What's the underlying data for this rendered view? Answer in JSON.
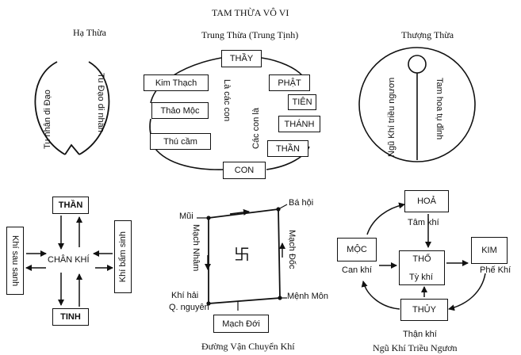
{
  "title": "TAM THỪA VÔ VI",
  "ha_thua": {
    "heading": "Hạ Thừa",
    "left_text": "Tu nhân di Đạo",
    "right_text": "Tu Đạo di nhân"
  },
  "trung_thua": {
    "heading": "Trung Thừa (Trung Tịnh)",
    "thay": "THẦY",
    "kim_thach": "Kim Thạch",
    "thao_moc": "Thảo Mộc",
    "thu_cam": "Thú cầm",
    "phat": "PHẬT",
    "tien": "TIÊN",
    "thanh": "THÁNH",
    "than": "THẦN",
    "con": "CON",
    "la_cac_con": "Là các con",
    "cac_con_la": "Các con là"
  },
  "thuong_thua": {
    "heading": "Thượng Thừa",
    "left_text": "Ngũ Khí triều ngươn",
    "right_text": "Tam hoa tụ đỉnh"
  },
  "chan_khi": {
    "than": "THẦN",
    "center": "CHÂN KHÍ",
    "tinh": "TINH",
    "left_text": "Khí sau sanh",
    "right_text": "Khí bẩm sinh"
  },
  "duong_van": {
    "caption": "Đường Vận Chuyển Khí",
    "mui": "Mũi",
    "ba_hoi": "Bá hội",
    "mach_nham": "Mạch Nhâm",
    "mach_doc": "Mạch Đốc",
    "khi_hai": "Khí hải",
    "q_nguyen": "Q. nguyên",
    "menh_mon": "Mệnh Môn",
    "mach_doi": "Mạch Đới",
    "center_symbol": "卐"
  },
  "ngu_khi": {
    "caption": "Ngũ Khí Triều Ngươn",
    "hoa": "HOẢ",
    "tam_khi": "Tâm khí",
    "moc": "MỘC",
    "can_khi": "Can khí",
    "tho": "THỔ",
    "ty_khi": "Tỳ khí",
    "kim": "KIM",
    "phe_khi": "Phế Khí",
    "thuy": "THỦY",
    "than_khi": "Thận khí"
  }
}
